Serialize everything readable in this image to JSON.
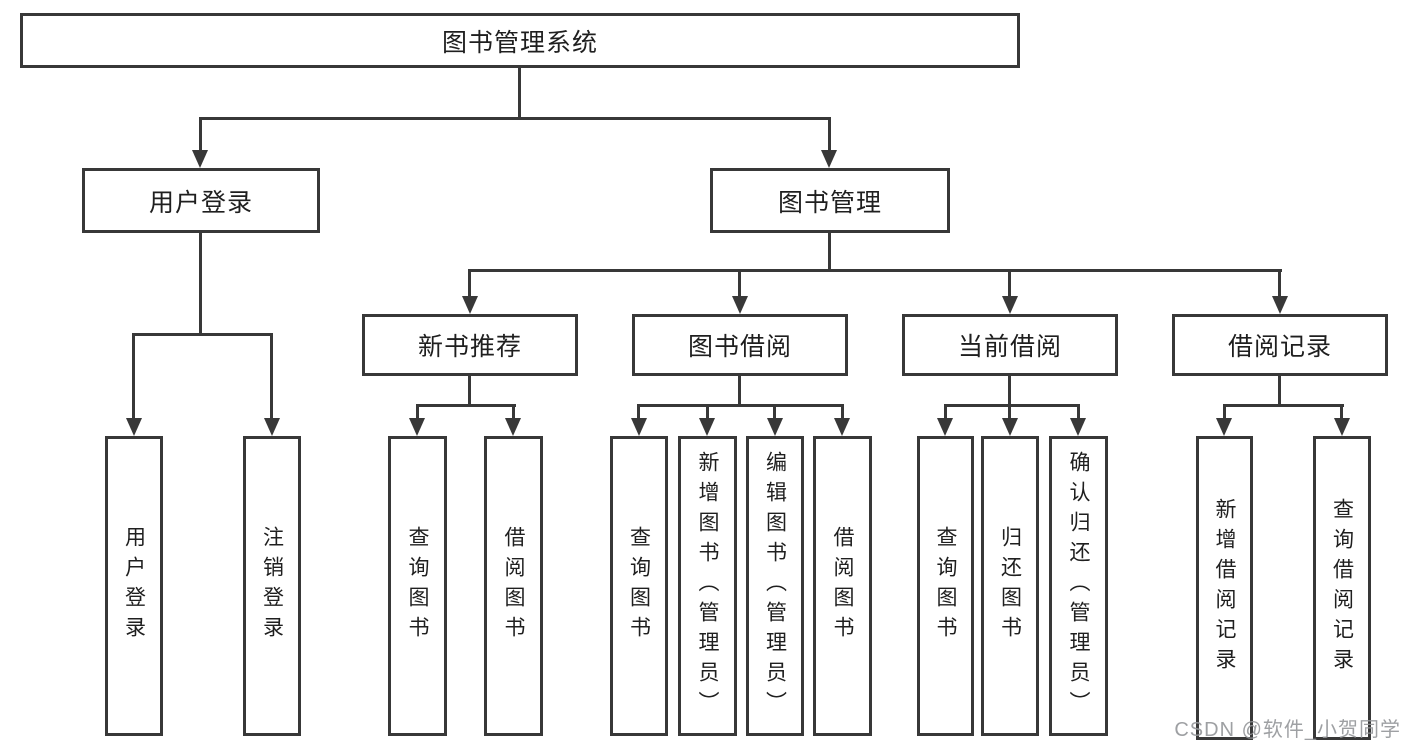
{
  "tree": {
    "root": "图书管理系统",
    "branches": [
      {
        "label": "用户登录",
        "children": [
          "用户登录",
          "注销登录"
        ]
      },
      {
        "label": "图书管理",
        "groups": [
          {
            "label": "新书推荐",
            "children": [
              "查询图书",
              "借阅图书"
            ]
          },
          {
            "label": "图书借阅",
            "children": [
              "查询图书",
              "新增图书（管理员）",
              "编辑图书（管理员）",
              "借阅图书"
            ]
          },
          {
            "label": "当前借阅",
            "children": [
              "查询图书",
              "归还图书",
              "确认归还（管理员）"
            ]
          },
          {
            "label": "借阅记录",
            "children": [
              "新增借阅记录",
              "查询借阅记录"
            ]
          }
        ]
      }
    ]
  },
  "watermark": {
    "text": "CSDN @软件_小贺同学"
  },
  "colors": {
    "line": "#383838",
    "text": "#1f1f1f",
    "background": "#ffffff",
    "watermark": "#949699"
  }
}
